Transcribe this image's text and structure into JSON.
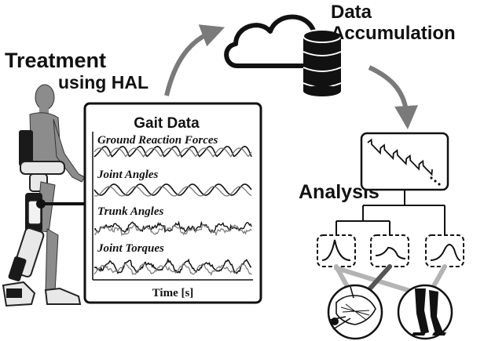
{
  "labels": {
    "treatment_line1": "Treatment",
    "treatment_line2": "using HAL",
    "data_line1": "Data",
    "data_line2": "Accumulation",
    "gait_title": "Gait Data",
    "ground_reaction": "Ground Reaction Forces",
    "joint_angles": "Joint Angles",
    "trunk_angles": "Trunk Angles",
    "joint_torques": "Joint Torques",
    "time_axis": "Time [s]",
    "analysis": "Analysis"
  },
  "icons": {
    "person": "person-with-exoskeleton-icon",
    "cloud": "cloud-icon",
    "database": "database-icon",
    "neuromuscular": "neuromuscular-icon",
    "legs": "legs-icon"
  },
  "colors": {
    "ink": "#111111",
    "arrow_gray": "#7a7a7a",
    "light_gray": "#b4b4b4",
    "dark_gray": "#555555",
    "body_gray": "#8c8c8c"
  }
}
